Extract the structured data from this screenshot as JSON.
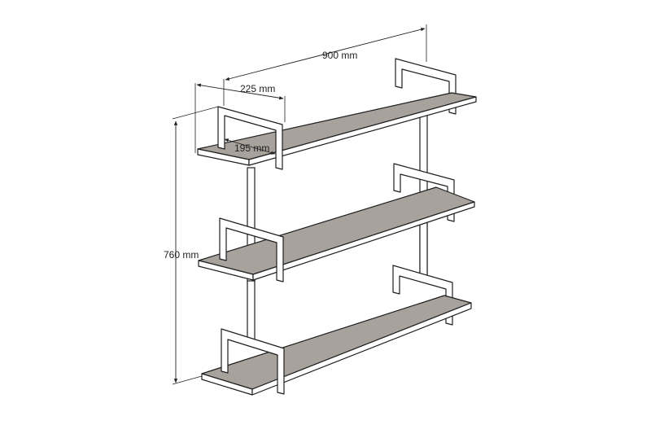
{
  "dimensions": {
    "width": "900 mm",
    "depth": "225 mm",
    "shelf_depth": "195 mm",
    "height": "760 mm"
  },
  "colors": {
    "shelf_top": "#a7a29c",
    "line": "#1e1e1e",
    "background": "#ffffff"
  },
  "shelves": [
    {
      "level": "top"
    },
    {
      "level": "middle"
    },
    {
      "level": "bottom"
    }
  ]
}
